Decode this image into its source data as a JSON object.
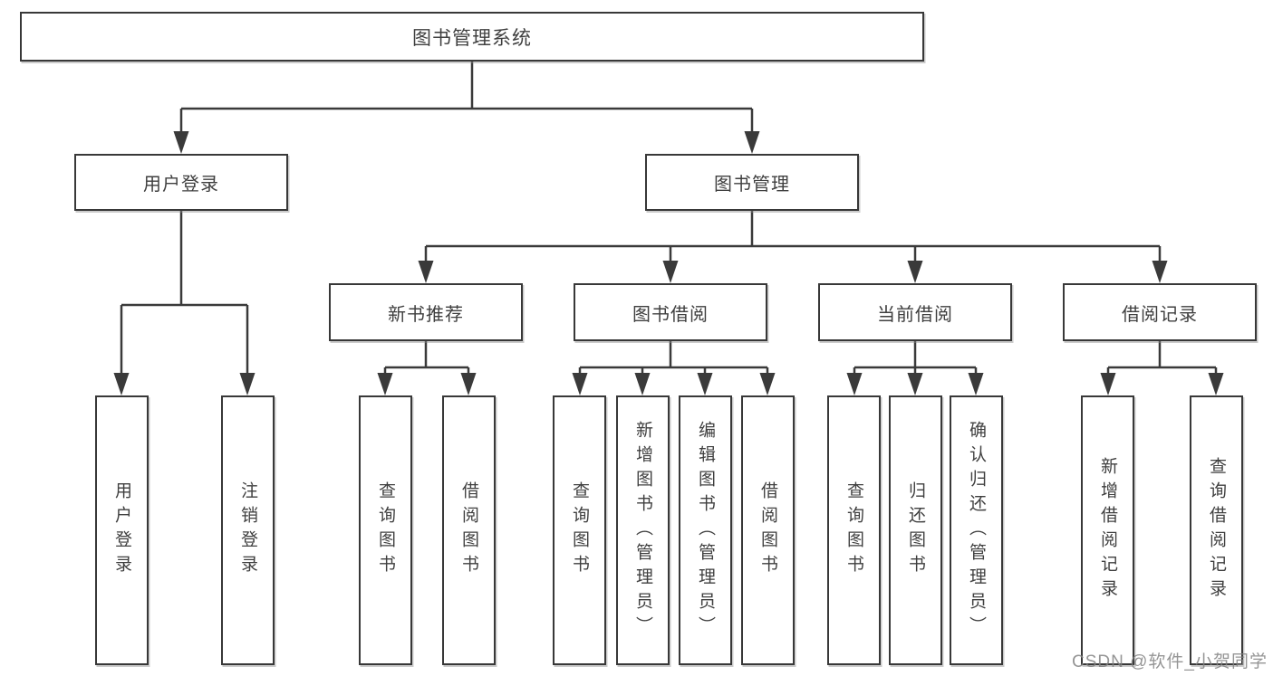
{
  "diagram": {
    "title_node": {
      "label": "图书管理系统"
    },
    "level2": [
      {
        "label": "用户登录"
      },
      {
        "label": "图书管理"
      }
    ],
    "level3": [
      {
        "label": "新书推荐"
      },
      {
        "label": "图书借阅"
      },
      {
        "label": "当前借阅"
      },
      {
        "label": "借阅记录"
      }
    ],
    "leaves": [
      {
        "label": "用户登录",
        "parent": "用户登录"
      },
      {
        "label": "注销登录",
        "parent": "用户登录"
      },
      {
        "label": "查询图书",
        "parent": "新书推荐"
      },
      {
        "label": "借阅图书",
        "parent": "新书推荐"
      },
      {
        "label": "查询图书",
        "parent": "图书借阅"
      },
      {
        "label": "新增图书（管理员）",
        "parent": "图书借阅"
      },
      {
        "label": "编辑图书（管理员）",
        "parent": "图书借阅"
      },
      {
        "label": "借阅图书",
        "parent": "图书借阅"
      },
      {
        "label": "查询图书",
        "parent": "当前借阅"
      },
      {
        "label": "归还图书",
        "parent": "当前借阅"
      },
      {
        "label": "确认归还（管理员）",
        "parent": "当前借阅"
      },
      {
        "label": "新增借阅记录",
        "parent": "借阅记录"
      },
      {
        "label": "查询借阅记录",
        "parent": "借阅记录"
      }
    ]
  },
  "watermark": {
    "text": "CSDN @软件_小贺同学"
  },
  "colors": {
    "line": "#3a3a3a",
    "box_border": "#383838",
    "text": "#3f3f3f",
    "background": "#ffffff",
    "watermark": "#828282"
  }
}
